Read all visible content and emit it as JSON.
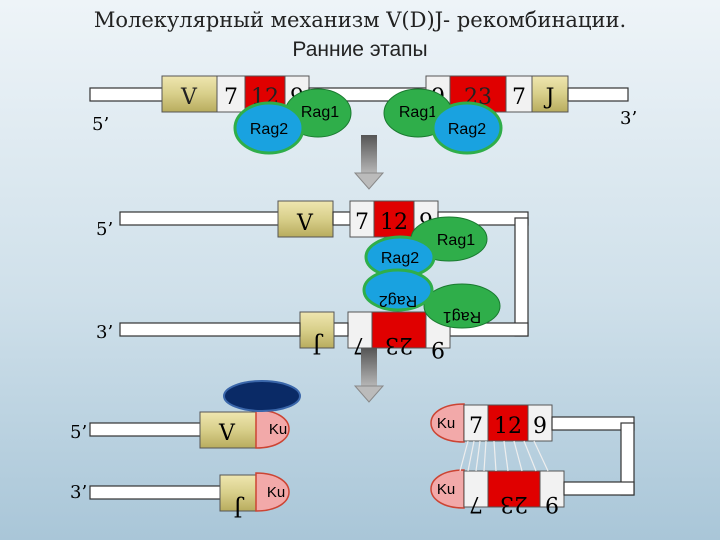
{
  "title": "Молекулярный механизм V(D)J- рекомбинации.",
  "subtitle": "Ранние этапы",
  "labels": {
    "five_prime": "5’",
    "three_prime": "3’",
    "v": "V",
    "j": "J",
    "n7": "7",
    "n12": "12",
    "n9": "9",
    "n23": "23",
    "rag1": "Rag1",
    "rag2": "Rag2",
    "ku": "Ku"
  },
  "colors": {
    "gene_segment": "#d8cf8a",
    "spacer": "#e00000",
    "heptamer_nonamer": "#f2f2f2",
    "rag1": "#2fae4a",
    "rag2": "#19a2e0",
    "ku": "#f2a9a9",
    "dna_pk": "#0a2a66",
    "arrow": "#333333"
  }
}
